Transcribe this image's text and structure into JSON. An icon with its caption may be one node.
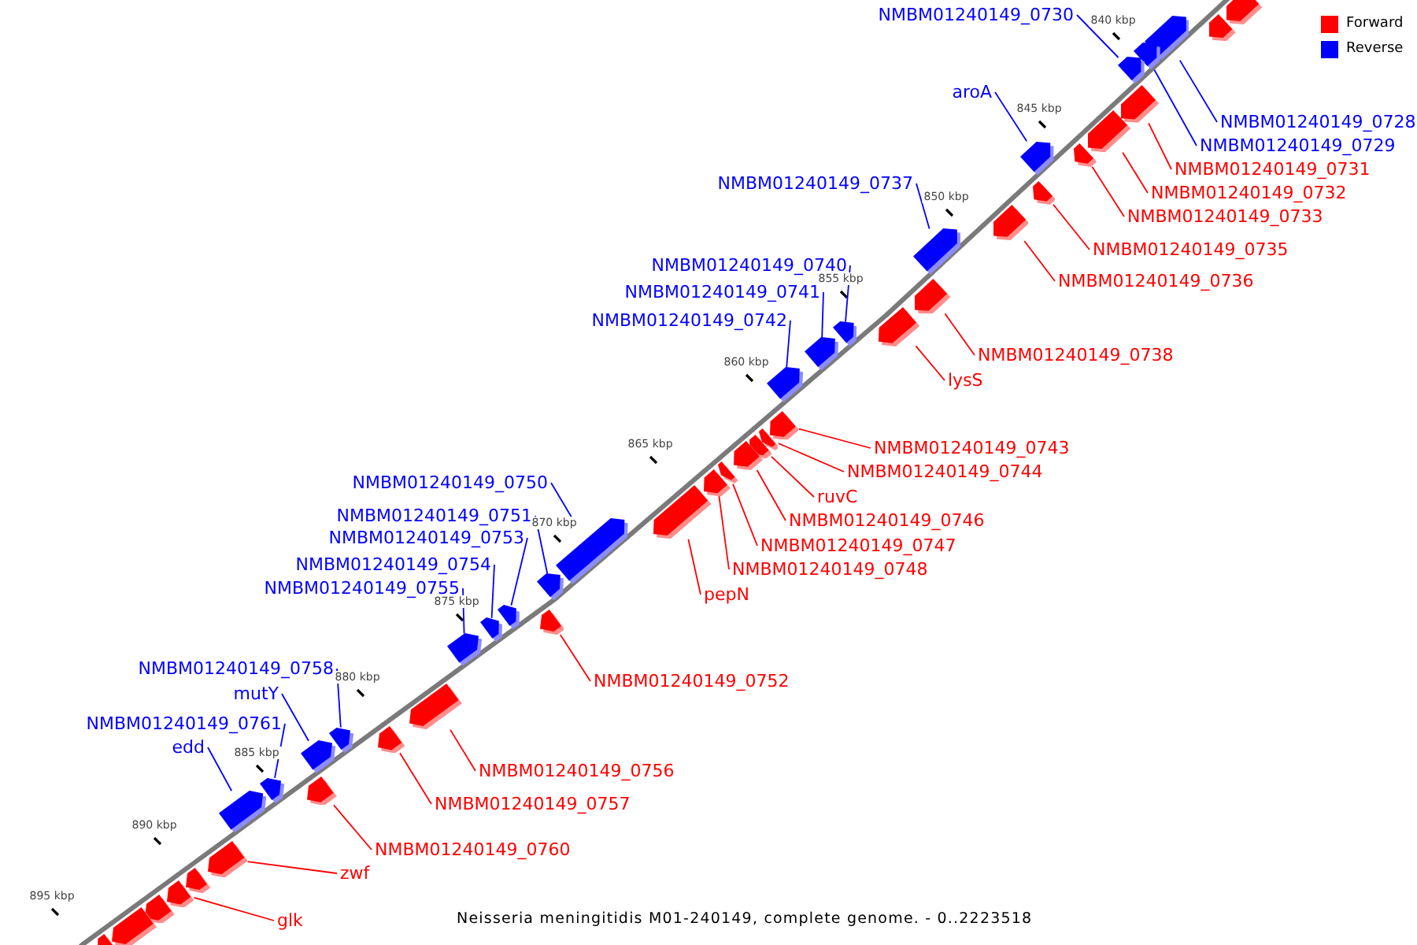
{
  "diagram": {
    "caption": "Neisseria meningitidis M01-240149, complete genome. - 0..2223518",
    "nodes": [
      {
        "text": [],
        "shape": "bar"
      },
      {
        "text": [],
        "shape": "bar"
      },
      {
        "text": [
          "NMBM01240149_0728"
        ]
      },
      {
        "text": [],
        "shape": "bar"
      },
      {
        "text": [
          "NMBM01240149_0729"
        ]
      },
      {
        "text": [],
        "shape": "bar"
      },
      {
        "text": [
          "NMBM01240149_0730"
        ]
      },
      {
        "text": [],
        "shape": "bar"
      },
      {
        "text": [
          "NMBM01240149_0731"
        ]
      },
      {
        "text": [],
        "shape": "bar"
      },
      {
        "text": [
          "NMBM01240149_0732"
        ]
      },
      {
        "text": [],
        "shape": "bar"
      },
      {
        "text": [
          "NMBM01240149_0733"
        ]
      },
      {
        "text": [],
        "shape": "bar"
      },
      {
        "text": [
          "aroA"
        ]
      },
      {
        "text": [],
        "shape": "bar"
      },
      {
        "text": [
          "NMBM01240149_0735"
        ]
      },
      {
        "text": [],
        "shape": "bar"
      },
      {
        "text": [
          "NMBM01240149_0736"
        ]
      },
      {
        "text": [],
        "shape": "bar"
      },
      {
        "text": [
          "NMBM01240149_0737"
        ]
      },
      {
        "text": [],
        "shape": "bar"
      },
      {
        "text": [
          "NMBM01240149_0738"
        ]
      },
      {
        "text": [],
        "shape": "bar"
      },
      {
        "text": [
          "lysS"
        ]
      },
      {
        "text": [],
        "shape": "bar"
      },
      {
        "text": [
          "NMBM01240149_0740"
        ]
      },
      {
        "text": [],
        "shape": "bar"
      },
      {
        "text": [
          "NMBM01240149_0741"
        ]
      },
      {
        "text": [],
        "shape": "bar"
      },
      {
        "text": [
          "NMBM01240149_0742"
        ]
      },
      {
        "text": [],
        "shape": "bar"
      },
      {
        "text": [
          "NMBM01240149_0743"
        ]
      },
      {
        "text": [],
        "shape": "bar"
      },
      {
        "text": [
          "NMBM01240149_0744"
        ]
      },
      {
        "text": [],
        "shape": "bar"
      },
      {
        "text": [
          "ruvC"
        ]
      },
      {
        "text": [],
        "shape": "bar"
      },
      {
        "text": [
          "NMBM01240149_0746"
        ]
      },
      {
        "text": [],
        "shape": "bar"
      },
      {
        "text": [
          "NMBM01240149_0747"
        ]
      },
      {
        "text": [],
        "shape": "bar"
      },
      {
        "text": [
          "NMBM01240149_0748"
        ]
      },
      {
        "text": [],
        "shape": "bar"
      },
      {
        "text": [
          "pepN"
        ]
      },
      {
        "text": [],
        "shape": "bar"
      },
      {
        "text": [
          "NMBM01240149_0750"
        ]
      },
      {
        "text": [],
        "shape": "bar"
      },
      {
        "text": [
          "NMBM01240149_0751"
        ]
      },
      {
        "text": [],
        "shape": "bar"
      },
      {
        "text": [
          "NMBM01240149_0752"
        ]
      },
      {
        "text": [],
        "shape": "bar"
      },
      {
        "text": [
          "NMBM01240149_0753"
        ]
      },
      {
        "text": [],
        "shape": "bar"
      },
      {
        "text": [
          "NMBM01240149_0754"
        ]
      },
      {
        "text": [],
        "shape": "bar"
      },
      {
        "text": [
          "NMBM01240149_0755"
        ]
      },
      {
        "text": [],
        "shape": "bar"
      },
      {
        "text": [
          "NMBM01240149_0756"
        ]
      },
      {
        "text": [],
        "shape": "bar"
      },
      {
        "text": [
          "NMBM01240149_0757"
        ]
      },
      {
        "text": [],
        "shape": "bar"
      },
      {
        "text": [
          "NMBM01240149_0758"
        ]
      },
      {
        "text": [],
        "shape": "bar"
      },
      {
        "text": [
          "mutY"
        ]
      },
      {
        "text": [],
        "shape": "bar"
      },
      {
        "text": [
          "NMBM01240149_0760"
        ]
      },
      {
        "text": [],
        "shape": "bar"
      },
      {
        "text": [
          "NMBM01240149_0761"
        ]
      },
      {
        "text": [],
        "shape": "bar"
      },
      {
        "text": [
          "edd"
        ]
      },
      {
        "text": [],
        "shape": "bar"
      },
      {
        "text": [
          "zwf"
        ]
      },
      {
        "text": [],
        "shape": "bar"
      },
      {
        "text": [],
        "shape": "bar"
      },
      {
        "text": [
          "glk"
        ]
      },
      {
        "text": [],
        "shape": "bar"
      },
      {
        "text": [],
        "shape": "bar"
      },
      {
        "text": [],
        "shape": "bar"
      },
      {
        "text": [],
        "shape": "bar"
      }
    ],
    "edges": [
      {
        "from": 2,
        "to": 3,
        "arrow": "none",
        "color": "#0000ff"
      },
      {
        "from": 4,
        "to": 5,
        "arrow": "none",
        "color": "#0000ff"
      },
      {
        "from": 6,
        "to": 7,
        "arrow": "none",
        "color": "#0000ff"
      },
      {
        "from": 8,
        "to": 9,
        "arrow": "none",
        "color": "#ff0000"
      },
      {
        "from": 10,
        "to": 11,
        "arrow": "none",
        "color": "#ff0000"
      },
      {
        "from": 12,
        "to": 13,
        "arrow": "none",
        "color": "#ff0000"
      },
      {
        "from": 14,
        "to": 15,
        "arrow": "none",
        "color": "#0000ff"
      },
      {
        "from": 16,
        "to": 17,
        "arrow": "none",
        "color": "#ff0000"
      },
      {
        "from": 18,
        "to": 19,
        "arrow": "none",
        "color": "#ff0000"
      },
      {
        "from": 20,
        "to": 21,
        "arrow": "none",
        "color": "#0000ff"
      },
      {
        "from": 22,
        "to": 23,
        "arrow": "none",
        "color": "#ff0000"
      },
      {
        "from": 24,
        "to": 25,
        "arrow": "none",
        "color": "#ff0000"
      },
      {
        "from": 26,
        "to": 27,
        "arrow": "none",
        "color": "#0000ff"
      },
      {
        "from": 28,
        "to": 29,
        "arrow": "none",
        "color": "#0000ff"
      },
      {
        "from": 30,
        "to": 31,
        "arrow": "none",
        "color": "#0000ff"
      },
      {
        "from": 32,
        "to": 33,
        "arrow": "none",
        "color": "#ff0000"
      },
      {
        "from": 34,
        "to": 35,
        "arrow": "none",
        "color": "#ff0000"
      },
      {
        "from": 36,
        "to": 37,
        "arrow": "none",
        "color": "#ff0000"
      },
      {
        "from": 38,
        "to": 39,
        "arrow": "none",
        "color": "#ff0000"
      },
      {
        "from": 40,
        "to": 41,
        "arrow": "none",
        "color": "#ff0000"
      },
      {
        "from": 42,
        "to": 43,
        "arrow": "none",
        "color": "#ff0000"
      },
      {
        "from": 44,
        "to": 45,
        "arrow": "none",
        "color": "#ff0000"
      },
      {
        "from": 46,
        "to": 47,
        "arrow": "none",
        "color": "#0000ff"
      },
      {
        "from": 48,
        "to": 49,
        "arrow": "none",
        "color": "#0000ff"
      },
      {
        "from": 50,
        "to": 51,
        "arrow": "none",
        "color": "#ff0000"
      },
      {
        "from": 52,
        "to": 53,
        "arrow": "none",
        "color": "#0000ff"
      },
      {
        "from": 54,
        "to": 55,
        "arrow": "none",
        "color": "#0000ff"
      },
      {
        "from": 56,
        "to": 57,
        "arrow": "none",
        "color": "#0000ff"
      },
      {
        "from": 58,
        "to": 59,
        "arrow": "none",
        "color": "#ff0000"
      },
      {
        "from": 60,
        "to": 61,
        "arrow": "none",
        "color": "#ff0000"
      },
      {
        "from": 62,
        "to": 63,
        "arrow": "none",
        "color": "#0000ff"
      },
      {
        "from": 64,
        "to": 65,
        "arrow": "none",
        "color": "#0000ff"
      },
      {
        "from": 66,
        "to": 67,
        "arrow": "none",
        "color": "#ff0000"
      },
      {
        "from": 68,
        "to": 69,
        "arrow": "none",
        "color": "#0000ff"
      },
      {
        "from": 70,
        "to": 71,
        "arrow": "none",
        "color": "#0000ff"
      },
      {
        "from": 72,
        "to": 73,
        "arrow": "none",
        "color": "#ff0000"
      },
      {
        "from": 75,
        "to": 76,
        "arrow": "none",
        "color": "#ff0000"
      }
    ],
    "labels": [
      "840 kbp",
      "845 kbp",
      "850 kbp",
      "855 kbp",
      "860 kbp",
      "865 kbp",
      "870 kbp",
      "875 kbp",
      "880 kbp",
      "885 kbp",
      "890 kbp",
      "895 kbp"
    ],
    "legend": [
      {
        "text": "Forward",
        "color": "#ff0000"
      },
      {
        "text": "Reverse",
        "color": "#0000ff"
      }
    ]
  }
}
